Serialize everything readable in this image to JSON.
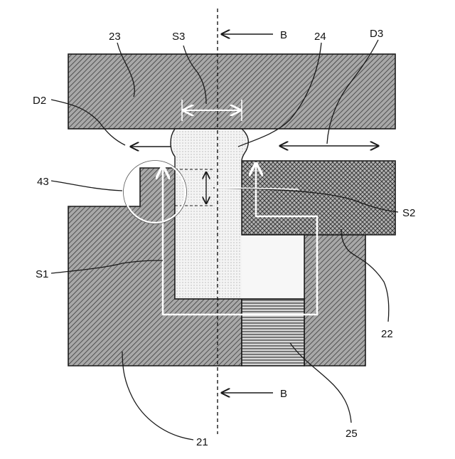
{
  "labels": {
    "l21": "21",
    "l22": "22",
    "l23": "23",
    "l24": "24",
    "l25": "25",
    "l43": "43",
    "lS1": "S1",
    "lS2": "S2",
    "lS3": "S3",
    "lD2": "D2",
    "lD3": "D3",
    "lB_top": "B",
    "lB_bottom": "B"
  },
  "colors": {
    "stroke": "#1a1a1a",
    "hatch_fill": "#9a9a9a",
    "dot_fill": "#f2f2f2",
    "path_line": "#ffffff"
  }
}
